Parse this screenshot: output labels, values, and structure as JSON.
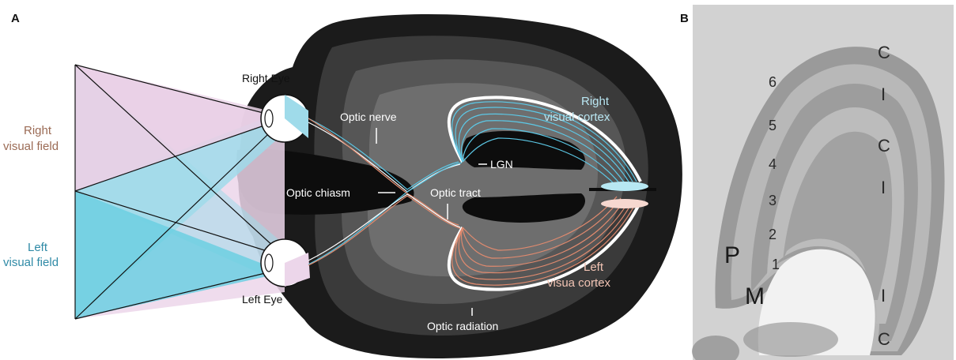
{
  "panel_a": {
    "letter": "A",
    "right_eye": "Right Eye",
    "left_eye": "Left Eye",
    "right_field": [
      "Right",
      "visual field"
    ],
    "left_field": [
      "Left",
      "visual field"
    ],
    "optic_nerve": "Optic nerve",
    "optic_chiasm": "Optic chiasm",
    "optic_tract": "Optic tract",
    "lgn": "LGN",
    "optic_radiation": "Optic radiation",
    "right_cortex": [
      "Right",
      "visual cortex"
    ],
    "left_cortex": [
      "Left",
      "visua cortex"
    ]
  },
  "panel_b": {
    "letter": "B",
    "layer_numbers": [
      "6",
      "5",
      "4",
      "3",
      "2",
      "1"
    ],
    "parvo_label": "P",
    "magno_label": "M",
    "right_labels": [
      "C",
      "I",
      "C",
      "I",
      "I",
      "C"
    ]
  },
  "colors": {
    "right_field": "#9b6b55",
    "left_field": "#2f8aa6",
    "right_pathway": "#5cc8e6",
    "left_pathway": "#e08a6e",
    "right_cortex_text": "#b9e6f2",
    "left_cortex_text": "#f2c4b4",
    "pink_fill": "#ecd6ea",
    "blue_fill": "#9fdbea"
  }
}
